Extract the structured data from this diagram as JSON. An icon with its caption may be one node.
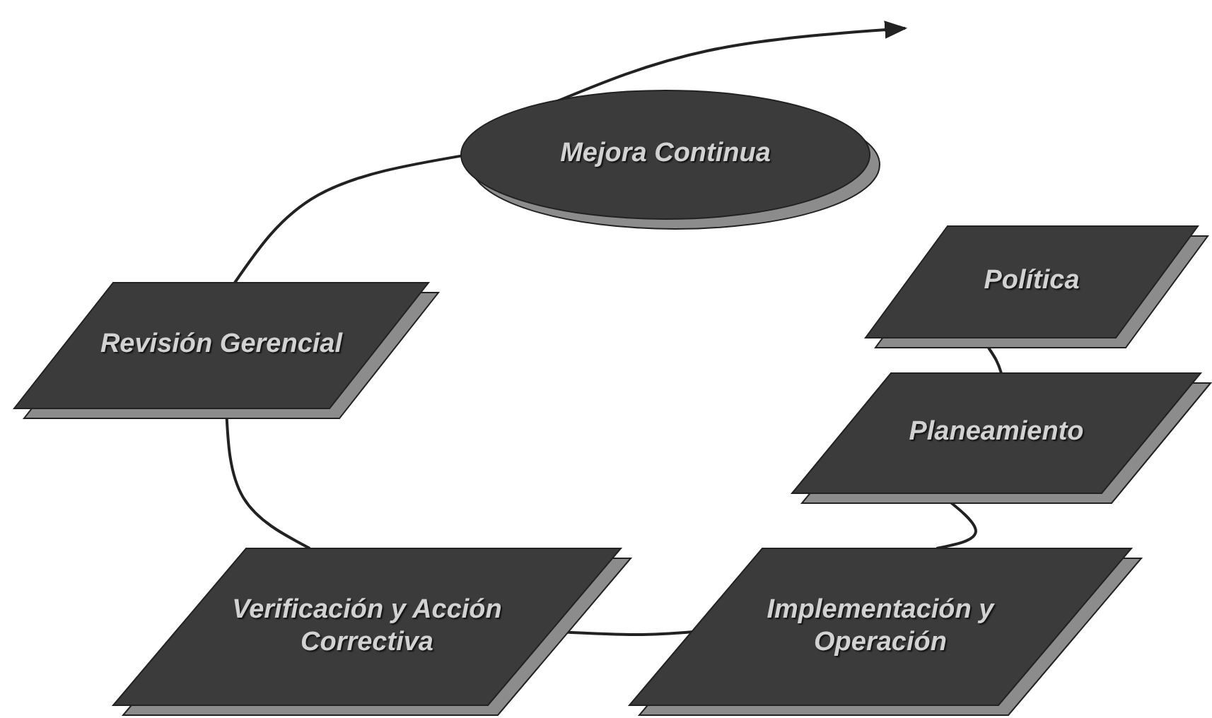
{
  "diagram": {
    "nodes": [
      {
        "text": [
          "Mejora Continua"
        ]
      },
      {
        "text": [
          "Política"
        ]
      },
      {
        "text": [
          "Revisión Gerencial"
        ]
      },
      {
        "text": [
          "Planeamiento"
        ]
      },
      {
        "text": [
          "Verificación y Acción Correctiva"
        ]
      },
      {
        "text": [
          "Implementación y Operación"
        ]
      }
    ],
    "edges": [
      {
        "from": 0,
        "to": null,
        "arrow": "to"
      },
      {
        "from": 2,
        "to": 0,
        "arrow": "none"
      },
      {
        "from": 1,
        "to": 3,
        "arrow": "none"
      },
      {
        "from": 3,
        "to": 5,
        "arrow": "none"
      },
      {
        "from": 5,
        "to": 4,
        "arrow": "none"
      },
      {
        "from": 4,
        "to": 2,
        "arrow": "none"
      }
    ]
  }
}
